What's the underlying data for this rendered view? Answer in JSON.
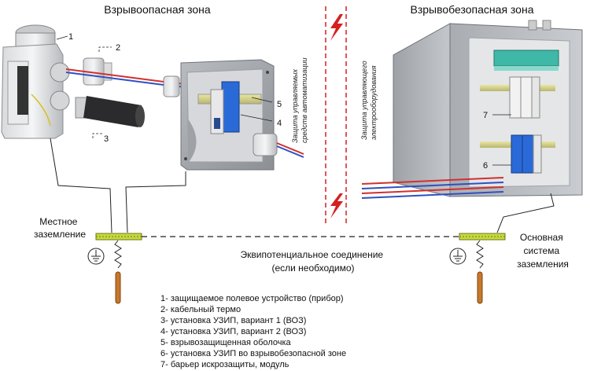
{
  "zones": {
    "hazardous": "Взрывоопасная зона",
    "safe": "Взрывобезопасная зона"
  },
  "barrier_captions": {
    "left": [
      "Защита управляемых",
      "средств автоматизации"
    ],
    "right": [
      "Защита управляющего",
      "электрооборудования"
    ]
  },
  "callouts": [
    "1",
    "2",
    "3",
    "4",
    "5",
    "6",
    "7"
  ],
  "labels": {
    "local_ground": [
      "Местное",
      "заземление"
    ],
    "main_ground": [
      "Основная",
      "система",
      "заземления"
    ],
    "equipotential": [
      "Эквипотенциальное соединение",
      "(если необходимо)"
    ]
  },
  "legend": [
    "1- защищаемое полевое устройство (прибор)",
    "2- кабельный термо",
    "3- установка УЗИП, вариант 1 (ВОЗ)",
    "4- установка УЗИП, вариант 2 (ВОЗ)",
    "5- взрывозащищенная оболочка",
    "6- установка УЗИП во взрывобезопасной зоне",
    "7- барьер искрозащиты, модуль"
  ],
  "colors": {
    "barrier_line": "#d42020",
    "ground_bar": "#c8d840",
    "ground_rod": "#c8782a",
    "wire_red": "#d03030",
    "wire_blue": "#3050c0",
    "module_blue": "#2a6ad8",
    "module_teal": "#40b8a8"
  }
}
